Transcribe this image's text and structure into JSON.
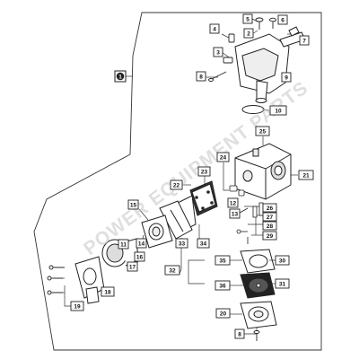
{
  "diagram": {
    "assembly_marker": "1",
    "watermark": "POWER EQUIPMENT PARTS",
    "callouts": [
      {
        "id": "c2",
        "label": "2"
      },
      {
        "id": "c3",
        "label": "3"
      },
      {
        "id": "c4",
        "label": "4"
      },
      {
        "id": "c5",
        "label": "5"
      },
      {
        "id": "c6",
        "label": "6"
      },
      {
        "id": "c7",
        "label": "7"
      },
      {
        "id": "c8",
        "label": "8"
      },
      {
        "id": "c8b",
        "label": "8"
      },
      {
        "id": "c9",
        "label": "9"
      },
      {
        "id": "c10",
        "label": "10"
      },
      {
        "id": "c11",
        "label": "11"
      },
      {
        "id": "c12",
        "label": "12"
      },
      {
        "id": "c13",
        "label": "13"
      },
      {
        "id": "c14",
        "label": "14"
      },
      {
        "id": "c15",
        "label": "15"
      },
      {
        "id": "c16",
        "label": "16"
      },
      {
        "id": "c17",
        "label": "17"
      },
      {
        "id": "c18",
        "label": "18"
      },
      {
        "id": "c19",
        "label": "19"
      },
      {
        "id": "c20",
        "label": "20"
      },
      {
        "id": "c21",
        "label": "21"
      },
      {
        "id": "c22",
        "label": "22"
      },
      {
        "id": "c23",
        "label": "23"
      },
      {
        "id": "c24",
        "label": "24"
      },
      {
        "id": "c25",
        "label": "25"
      },
      {
        "id": "c26",
        "label": "26"
      },
      {
        "id": "c27",
        "label": "27"
      },
      {
        "id": "c28",
        "label": "28"
      },
      {
        "id": "c29",
        "label": "29"
      },
      {
        "id": "c30",
        "label": "30"
      },
      {
        "id": "c31",
        "label": "31"
      },
      {
        "id": "c32",
        "label": "32"
      },
      {
        "id": "c33",
        "label": "33"
      },
      {
        "id": "c34",
        "label": "34"
      },
      {
        "id": "c35",
        "label": "35"
      },
      {
        "id": "c36",
        "label": "36"
      }
    ]
  }
}
